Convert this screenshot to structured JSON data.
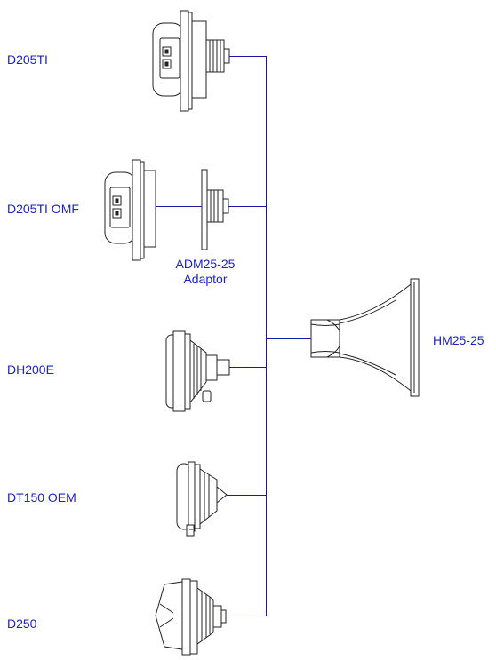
{
  "colors": {
    "label": "#1d22c8",
    "connector": "#1a1aa0",
    "drawing": "#222222"
  },
  "labels": {
    "d205ti": "D205TI",
    "d205ti_omf": "D205TI OMF",
    "adaptor_model": "ADM25-25",
    "adaptor_word": "Adaptor",
    "dh200e": "DH200E",
    "dt150_oem": "DT150 OEM",
    "d250": "D250",
    "horn": "HM25-25"
  }
}
